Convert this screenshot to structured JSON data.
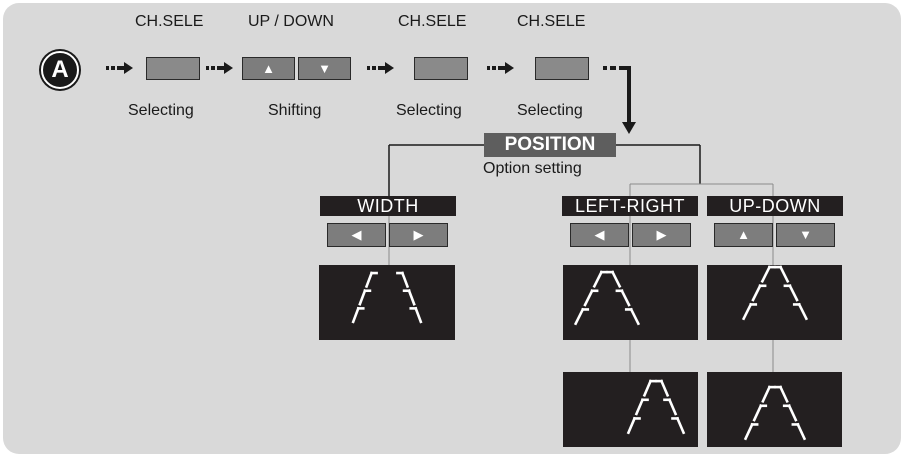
{
  "marker": "A",
  "steps": [
    {
      "top_label": "CH.SELE",
      "bottom_label": "Selecting"
    },
    {
      "top_label": "UP / DOWN",
      "bottom_label": "Shifting",
      "up_glyph": "▲",
      "down_glyph": "▼"
    },
    {
      "top_label": "CH.SELE",
      "bottom_label": "Selecting"
    },
    {
      "top_label": "CH.SELE",
      "bottom_label": "Selecting"
    }
  ],
  "position": {
    "label": "POSITION",
    "caption": "Option setting"
  },
  "options": {
    "width": {
      "label": "WIDTH",
      "left_glyph": "◀",
      "right_glyph": "▶"
    },
    "left_right": {
      "label": "LEFT-RIGHT",
      "left_glyph": "◀",
      "right_glyph": "▶"
    },
    "up_down": {
      "label": "UP-DOWN",
      "up_glyph": "▲",
      "down_glyph": "▼"
    }
  },
  "icons": [
    "circle-a-icon",
    "dashed-arrow-icon",
    "parking-guide-lines-icon"
  ],
  "colors": {
    "background": "#d9d9d9",
    "dark": "#231f20",
    "button": "#8a8a8a",
    "position_header": "#5e5e5e"
  }
}
